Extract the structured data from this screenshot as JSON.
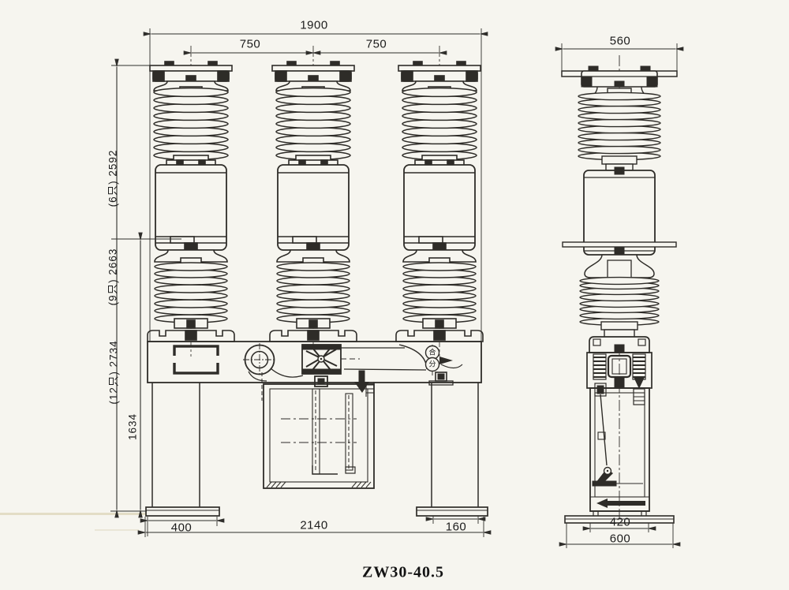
{
  "meta": {
    "model": "ZW30-40.5"
  },
  "dimensions": {
    "front": {
      "overall_width": "1900",
      "pole_pitch_left": "750",
      "pole_pitch_right": "750",
      "overall_height_6_sheds": "(6只) 2592",
      "overall_height_9_sheds": "(9只) 2663",
      "overall_height_12_sheds": "(12只) 2734",
      "frame_height": "1634",
      "base_plate_width": "400",
      "base_span": "2140",
      "leg_width": "160"
    },
    "side": {
      "top_plate_width": "560",
      "foot_spacing": "420",
      "base_width": "600"
    }
  },
  "indicators": {
    "close": "合",
    "open": "分"
  }
}
